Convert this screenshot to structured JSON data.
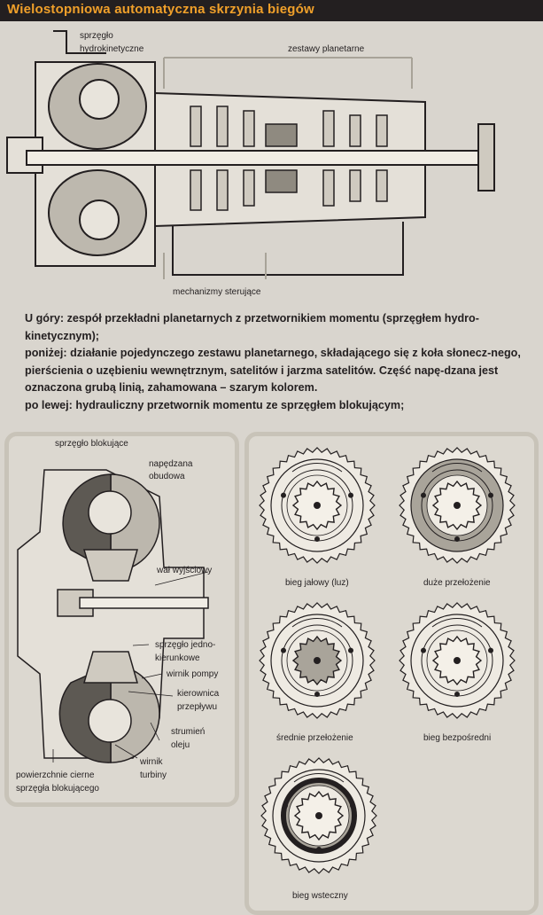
{
  "title": "Wielostopniowa automatyczna skrzynia biegów",
  "top_diagram": {
    "label_coupling": [
      "sprzęgło",
      "hydrokinetyczne"
    ],
    "label_planetary": "zestawy planetarne",
    "label_control": "mechanizmy sterujące"
  },
  "caption": {
    "line1": "U góry: zespół przekładni planetarnych z przetwornikiem momentu (sprzęgłem hydro-kinetycznym);",
    "line2": "poniżej: działanie pojedynczego zestawu planetarnego, składającego się z koła słonecz-nego, pierścienia o uzębieniu wewnętrznym, satelitów i jarzma satelitów. Część napę-dzana jest oznaczona grubą linią, zahamowana – szarym kolorem.",
    "line3": "po lewej: hydrauliczny przetwornik momentu ze sprzęgłem blokującym;"
  },
  "converter": {
    "lockup_clutch": "sprzęgło blokujące",
    "driven_housing": [
      "napędzana",
      "obudowa"
    ],
    "output_shaft": "wał wyjściowy",
    "one_way_clutch": [
      "sprzęgło jedno-",
      "kierunkowe"
    ],
    "pump_impeller": "wirnik pompy",
    "stator": [
      "kierownica",
      "przepływu"
    ],
    "oil_flow": [
      "strumień",
      "oleju"
    ],
    "turbine": [
      "wirnik",
      "turbiny"
    ],
    "friction_surfaces": [
      "powierzchnie cierne",
      "sprzęgła blokującego"
    ]
  },
  "planetary_states": [
    {
      "label": "bieg jałowy (luz)",
      "grey": "none"
    },
    {
      "label": "duże przełożenie",
      "grey": "ring"
    },
    {
      "label": "średnie przełożenie",
      "grey": "sun"
    },
    {
      "label": "bieg bezpośredni",
      "grey": "none"
    },
    {
      "label": "bieg wsteczny",
      "grey": "carrier"
    }
  ],
  "colors": {
    "header_bg": "#231f20",
    "header_text": "#f0a02a",
    "page_bg": "#d9d5ce"
  }
}
